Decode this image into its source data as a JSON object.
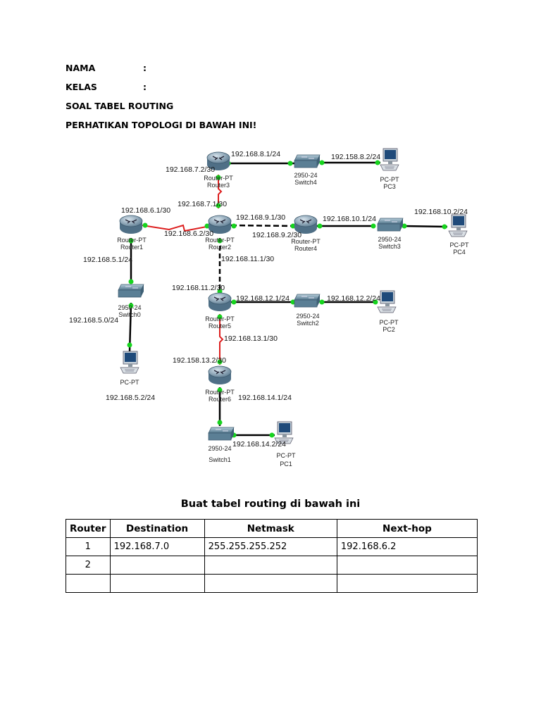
{
  "header": {
    "nama_label": "NAMA",
    "nama_colon": ":",
    "kelas_label": "KELAS",
    "kelas_colon": ":",
    "soal_title": "SOAL TABEL ROUTING",
    "instruction": "PERHATIKAN TOPOLOGI DI BAWAH INI!"
  },
  "topology": {
    "devices": {
      "router1": [
        "Router-PT",
        "Router1"
      ],
      "router2": [
        "Router-PT",
        "Router2"
      ],
      "router3": [
        "Router-PT",
        "Router3"
      ],
      "router4": [
        "Router-PT",
        "Router4"
      ],
      "router5": [
        "Router-PT",
        "Router5"
      ],
      "router6": [
        "Router-PT",
        "Router6"
      ],
      "switch0": [
        "2950-24",
        "Switch0"
      ],
      "switch1": [
        "2950-24",
        "Switch1"
      ],
      "switch2": [
        "2950-24",
        "Switch2"
      ],
      "switch3": [
        "2950-24",
        "Switch3"
      ],
      "switch4": [
        "2950-24",
        "Switch4"
      ],
      "pc0": [
        "PC-PT"
      ],
      "pc1": [
        "PC-PT",
        "PC1"
      ],
      "pc2": [
        "PC-PT",
        "PC2"
      ],
      "pc3": [
        "PC-PT",
        "PC3"
      ],
      "pc4": [
        "PC-PT",
        "PC4"
      ]
    },
    "labels": {
      "r3_up": "192.168.8.1/24",
      "r3_left": "192.168.7.2/30",
      "pc3_ip": "192.158.8.2/24",
      "r2_up": "192.168.7.1/30",
      "r1_up": "192.168.6.1/30",
      "r2_left": "192.168.6.2/30",
      "r2_right": "192.168.9.1/30",
      "r4_left": "192.168.9.2/30",
      "r4_right": "192.168.10.1/24",
      "pc4_ip": "192.168.10.2/24",
      "r1_down": "192.168.5.1/24",
      "r2_down": "192.168.11.1/30",
      "r5_up": "192.168.11.2/30",
      "r5_right": "192.168.12.1/24",
      "pc2_ip": "192.168.12.2/24",
      "lan0": "192.168.5.0/24",
      "r5_down": "192.168.13.1/30",
      "r6_up": "192.158.13.2/30",
      "r6_right": "192.168.14.1/24",
      "pc0_ip": "192.168.5.2/24",
      "pc1_ip": "192.168.14.2/24"
    }
  },
  "caption": "Buat tabel routing di bawah ini",
  "table": {
    "headers": [
      "Router",
      "Destination",
      "Netmask",
      "Next-hop"
    ],
    "rows": [
      [
        "1",
        "192.168.7.0",
        "255.255.255.252",
        "192.168.6.2"
      ],
      [
        "2",
        "",
        "",
        ""
      ],
      [
        "",
        "",
        "",
        ""
      ]
    ]
  },
  "colors": {
    "serial_link": "#dd1f1f",
    "port_up": "#16d41e",
    "cable": "#000000"
  }
}
